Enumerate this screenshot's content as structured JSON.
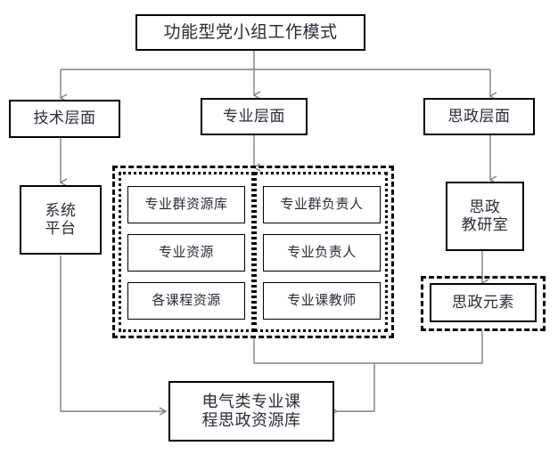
{
  "diagram": {
    "title_node": {
      "label": "功能型党小组工作模式"
    },
    "levels": [
      {
        "id": "tech",
        "label": "技术层面"
      },
      {
        "id": "major",
        "label": "专业层面"
      },
      {
        "id": "ideo",
        "label": "思政层面"
      }
    ],
    "tech_branch": {
      "platform": {
        "label": "系统\n平台"
      }
    },
    "major_branch": {
      "resource_group": {
        "items": [
          {
            "label": "专业群资源库"
          },
          {
            "label": "专业资源"
          },
          {
            "label": "各课程资源"
          }
        ]
      },
      "people_group": {
        "items": [
          {
            "label": "专业群负责人"
          },
          {
            "label": "专业负责人"
          },
          {
            "label": "专业课教师"
          }
        ]
      }
    },
    "ideo_branch": {
      "office": {
        "label": "思政\n教研室"
      },
      "element": {
        "label": "思政元素"
      }
    },
    "result_node": {
      "label": "电气类专业课\n程思政资源库"
    },
    "colors": {
      "box_border": "#000000",
      "connector": "#808080",
      "text": "#2b2b38",
      "background": "#ffffff"
    }
  }
}
